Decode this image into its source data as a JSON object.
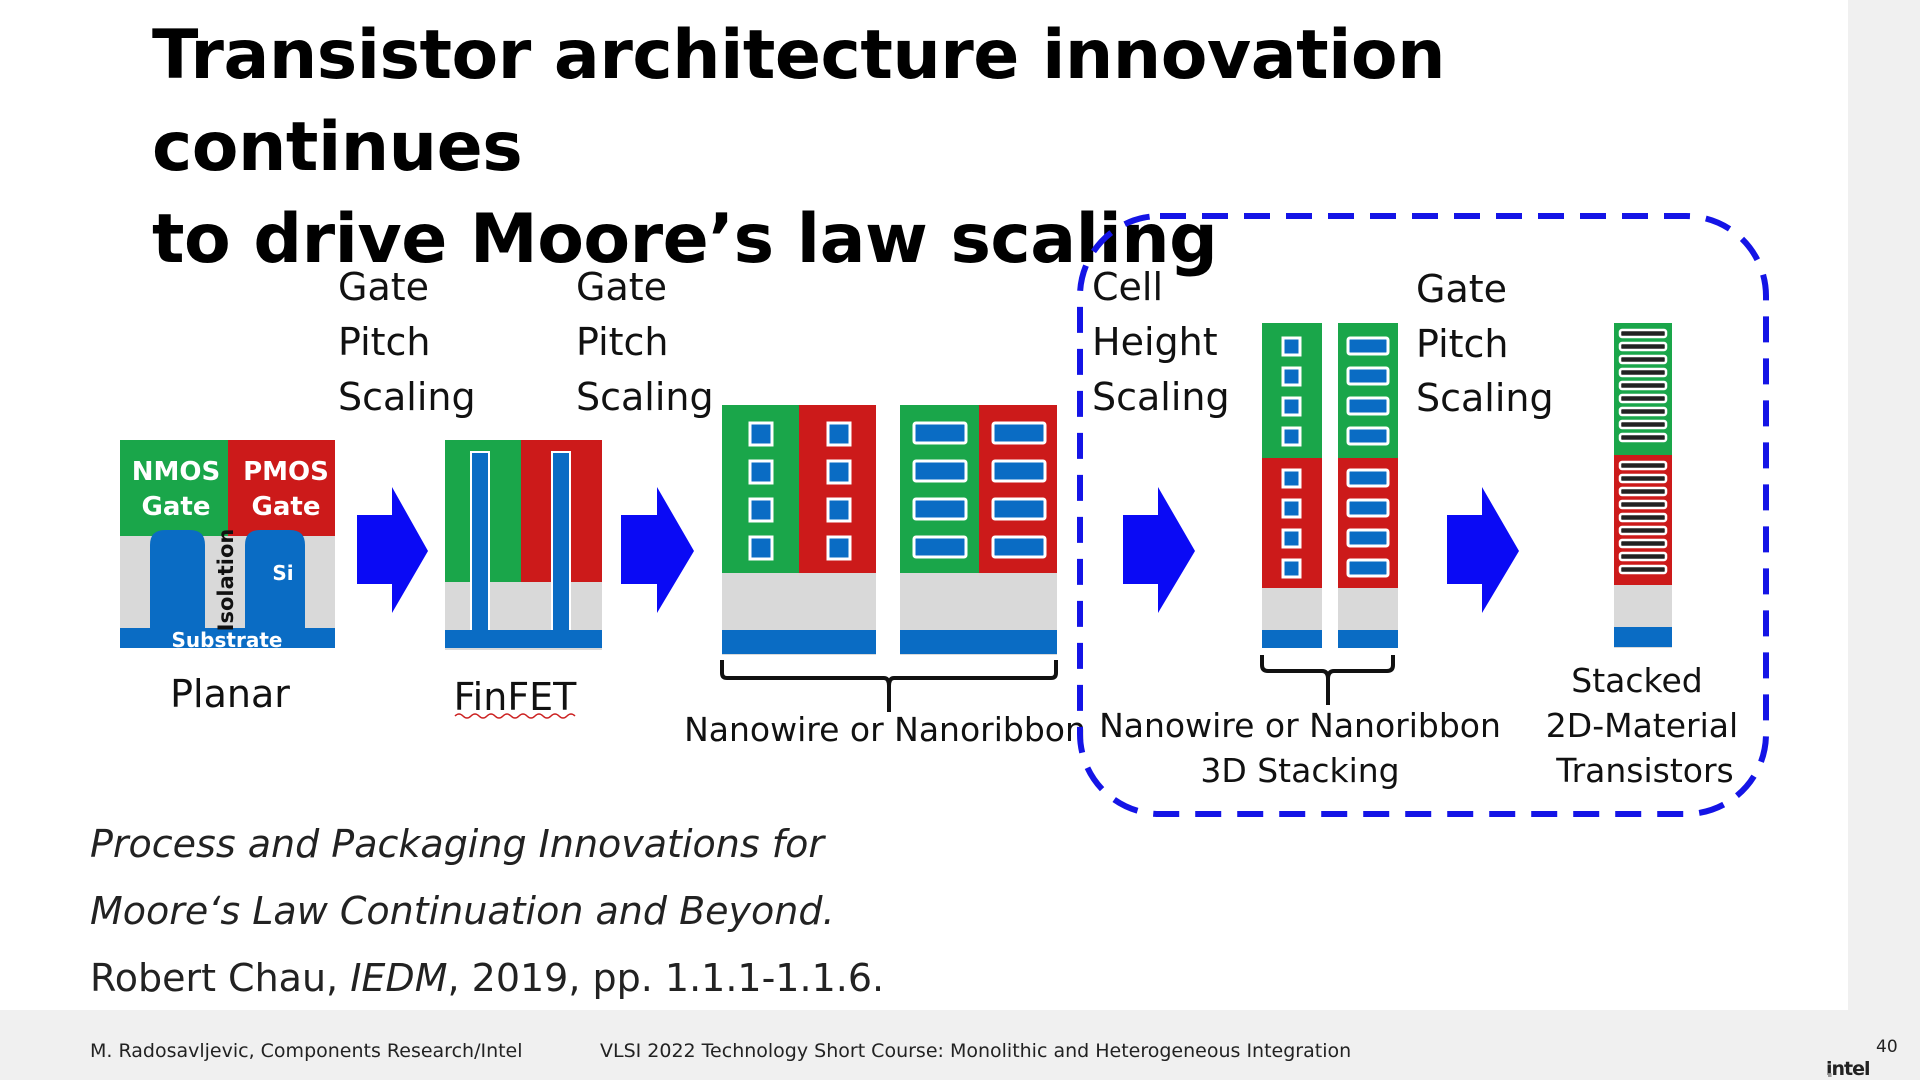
{
  "title": {
    "line1": "Transistor architecture innovation continues",
    "line2": "to drive Moore’s law scaling"
  },
  "planar": {
    "nmos_line1": "NMOS",
    "nmos_line2": "Gate",
    "pmos_line1": "PMOS",
    "pmos_line2": "Gate",
    "isolation": "Isolation",
    "si": "Si",
    "substrate": "Substrate",
    "caption": "Planar"
  },
  "finfet": {
    "caption": "FinFET"
  },
  "arrow_labels": [
    {
      "l1": "Gate",
      "l2": "Pitch",
      "l3": "Scaling"
    },
    {
      "l1": "Gate",
      "l2": "Pitch",
      "l3": "Scaling"
    },
    {
      "l1": "Cell",
      "l2": "Height",
      "l3": "Scaling"
    },
    {
      "l1": "Gate",
      "l2": "Pitch",
      "l3": "Scaling"
    }
  ],
  "nanowire": {
    "caption": "Nanowire or Nanoribbon"
  },
  "stacking": {
    "line1": "Nanowire or Nanoribbon",
    "line2": "3D Stacking"
  },
  "stacked2d": {
    "line1": "Stacked",
    "line2": "2D-Material",
    "line3": "Transistors"
  },
  "citation": {
    "line1": "Process and Packaging Innovations for",
    "line2": "Moore‘s Law Continuation and Beyond.",
    "author": "Robert Chau,",
    "venue": "IEDM",
    "rest": ", 2019, pp. 1.1.1-1.1.6."
  },
  "footer": {
    "left": "M. Radosavljevic, Components Research/Intel",
    "center": "VLSI 2022 Technology Short Course: Monolithic and Heterogeneous Integration",
    "logo": "intel",
    "page": "40"
  },
  "colors": {
    "green": "#1aa64a",
    "red": "#cc1a1a",
    "blue": "#0a6cc4",
    "arrow": "#0a0af5",
    "gray": "#d9d9d9",
    "dashed_box": "#1414e6"
  }
}
